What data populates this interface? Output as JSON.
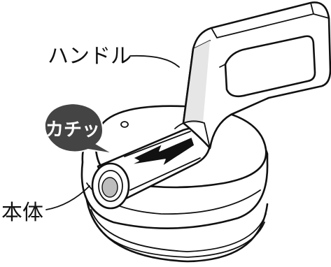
{
  "labels": {
    "handle": "ハンドル",
    "body": "本体",
    "click_sound": "カチッ"
  },
  "colors": {
    "line": "#111111",
    "fill": "#ffffff",
    "shade": "#e6e6e6",
    "bubble": "#444444",
    "arrow": "#111111"
  },
  "icons": {
    "arrow": "arrow-left-icon",
    "bubble": "speech-bubble"
  }
}
